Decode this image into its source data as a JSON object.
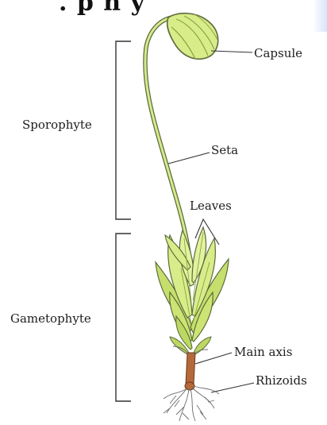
{
  "header_fragment": "...phyt",
  "labels": {
    "capsule": "Capsule",
    "sporophyte": "Sporophyte",
    "seta": "Seta",
    "leaves": "Leaves",
    "gametophyte": "Gametophyte",
    "main_axis": "Main axis",
    "rhizoids": "Rhizoids"
  },
  "colors": {
    "leaf_fill": "#d9ec8a",
    "leaf_dark": "#a9c94a",
    "outline": "#5b6b3a",
    "stem": "#c8e07a",
    "axis": "#b5693b",
    "bracket": "#333333"
  }
}
